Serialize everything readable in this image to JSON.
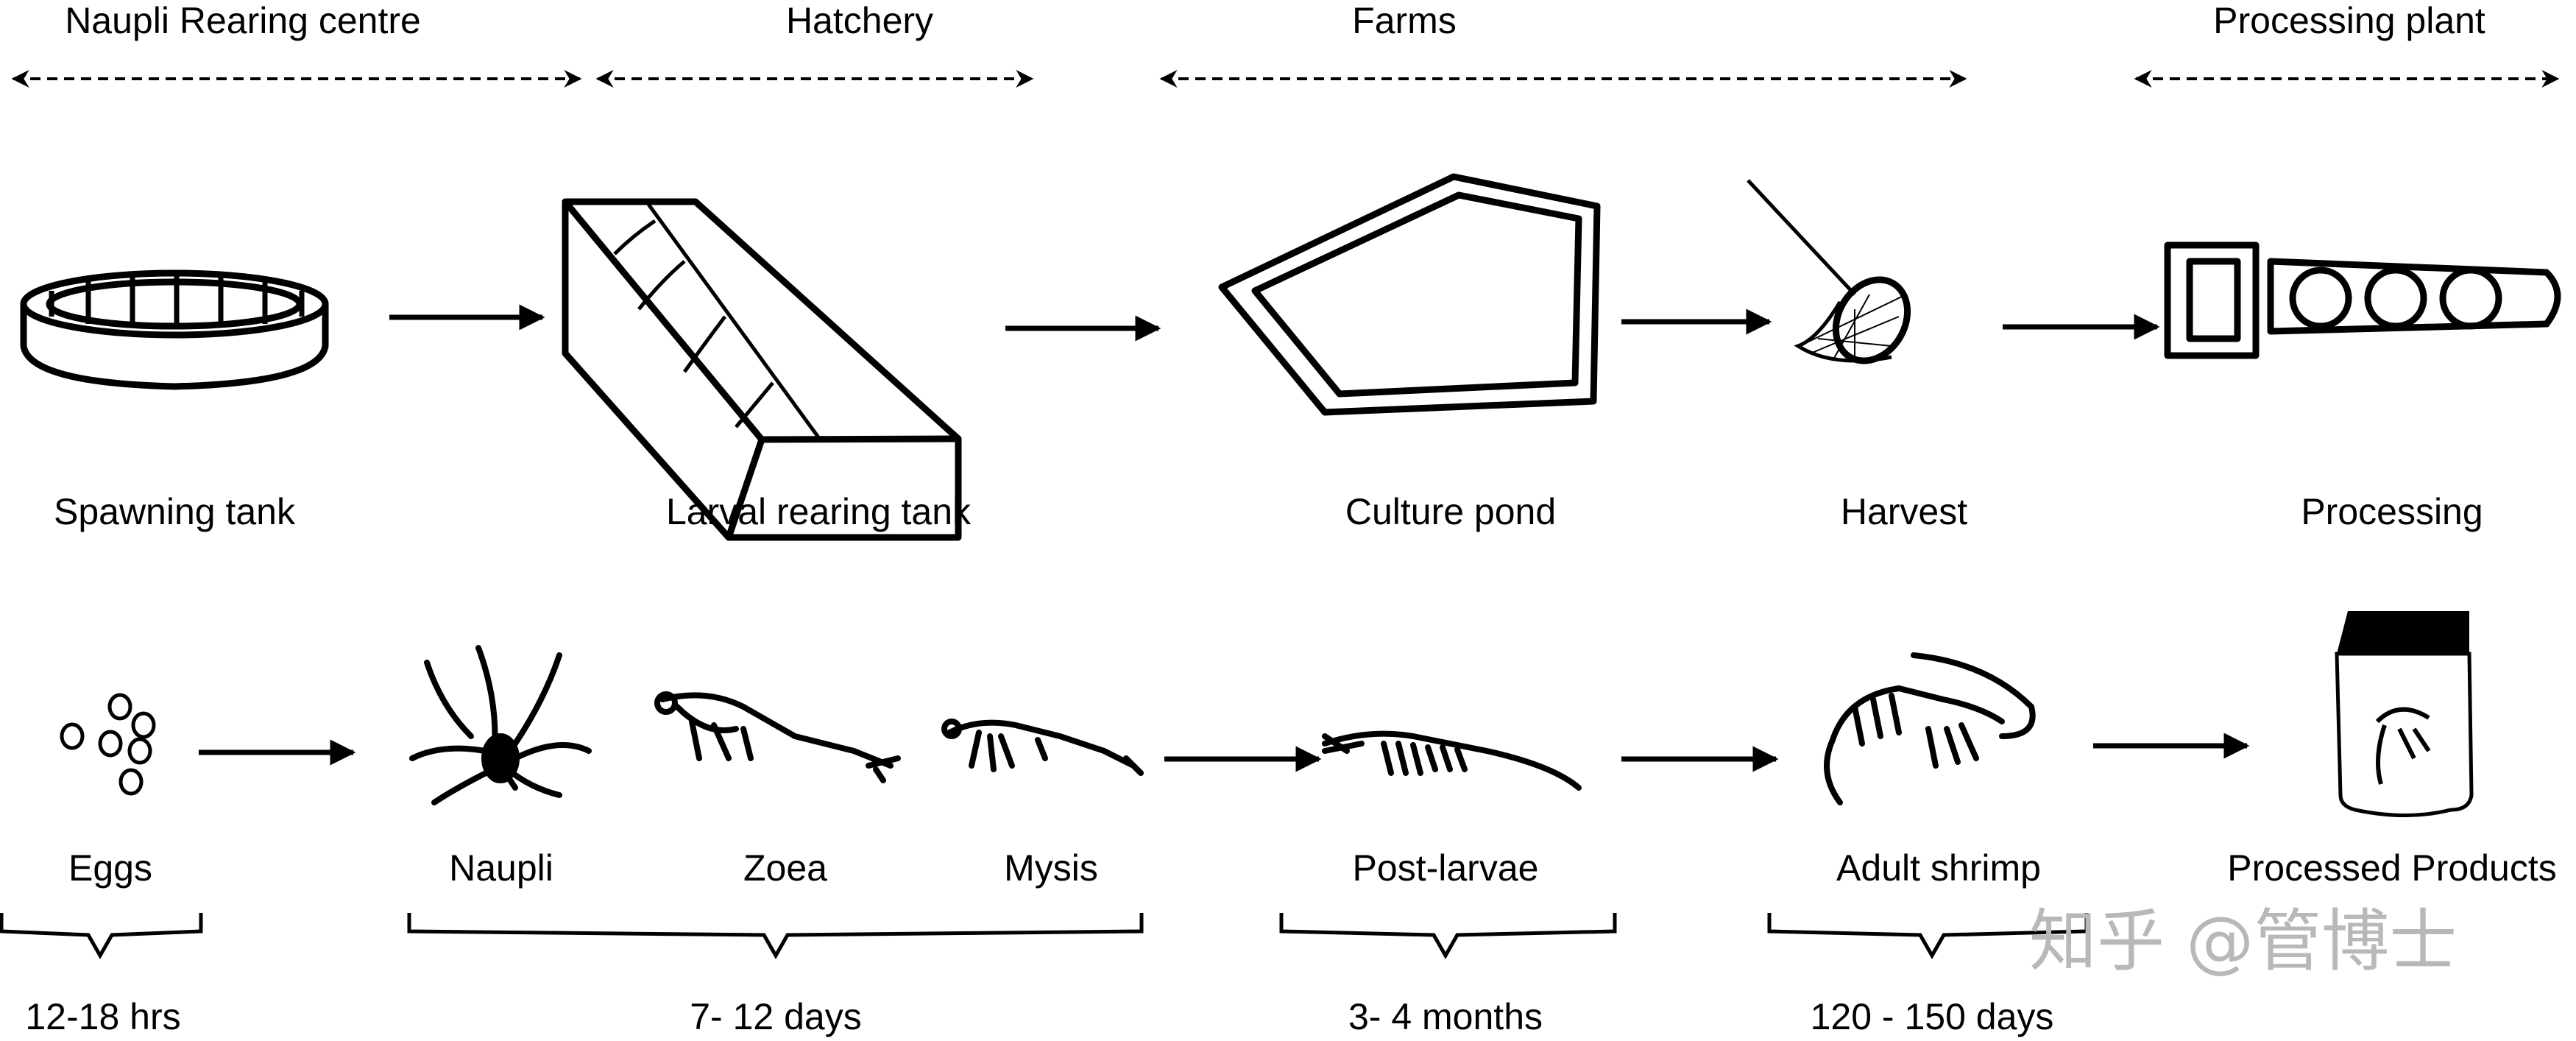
{
  "stages": {
    "naupli_rearing_centre": "Naupli Rearing centre",
    "hatchery": "Hatchery",
    "farms": "Farms",
    "processing_plant": "Processing plant"
  },
  "facilities": {
    "spawning_tank": "Spawning tank",
    "larval_rearing_tank": "Larval rearing tank",
    "culture_pond": "Culture pond",
    "harvest": "Harvest",
    "processing": "Processing"
  },
  "life_stages": {
    "eggs": "Eggs",
    "naupli": "Naupli",
    "zoea": "Zoea",
    "mysis": "Mysis",
    "post_larvae": "Post-larvae",
    "adult_shrimp": "Adult shrimp",
    "processed_products": "Processed Products"
  },
  "durations": {
    "eggs": "12-18 hrs",
    "larval": "7- 12 days",
    "post_larvae": "3- 4 months",
    "adult": "120 - 150 days"
  },
  "watermark": "知乎 @管博士"
}
